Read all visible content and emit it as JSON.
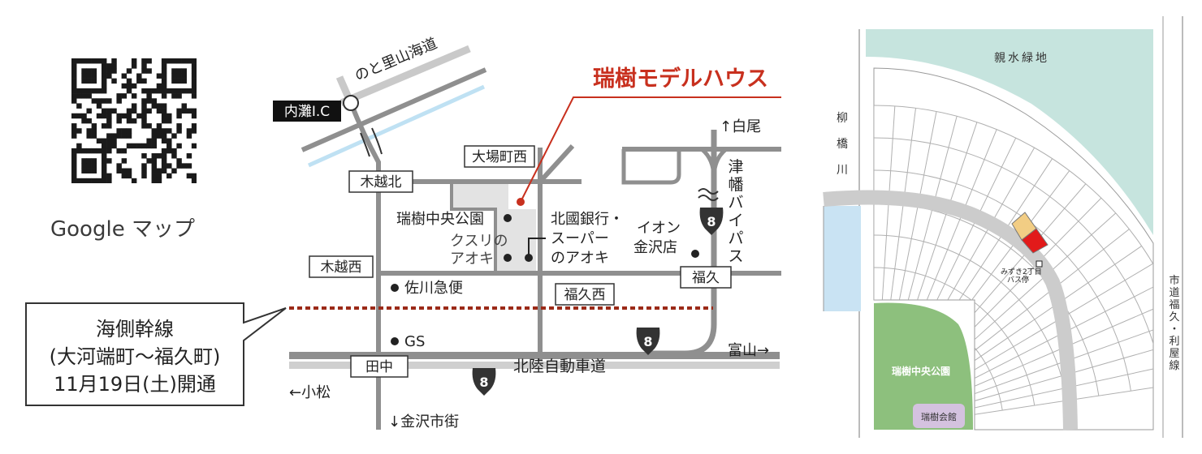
{
  "qr_caption": "Google マップ",
  "map_left": {
    "callout": {
      "line1": "海側幹線",
      "line2": "(大河端町〜福久町)",
      "line3": "11月19日(土)開通"
    },
    "title": "瑞樹モデルハウス",
    "roads": {
      "noto": "のと里山海道",
      "uchinada_ic": "内灘I.C",
      "kigoshi_kita": "木越北",
      "kigoshi_nishi": "木越西",
      "oba_machi_nishi": "大場町西",
      "fuku_nishi": "福久西",
      "fuku": "福久",
      "tanaka": "田中",
      "hokuriku": "北陸自動車道",
      "tsubata_bypass": "津幡バイパス",
      "route_no": "8"
    },
    "directions": {
      "shiroo": "↑白尾",
      "toyama": "富山→",
      "komatsu": "←小松",
      "kanazawa": "↓金沢市街"
    },
    "places": {
      "park": "瑞樹中央公園",
      "kusuri1": "クスリの",
      "kusuri2": "アオキ",
      "bank1": "北國銀行・",
      "bank2": "スーパー",
      "bank3": "のアオキ",
      "aeon1": "イオン",
      "aeon2": "金沢店",
      "sagawa": "佐川急便",
      "gs": "GS"
    }
  },
  "map_right": {
    "shinsui": "親水緑地",
    "river": "柳橋川",
    "park": "瑞樹中央公園",
    "hall": "瑞樹会館",
    "bus_stop1": "みずき2丁目",
    "bus_stop2": "バス停",
    "city_road": "市道福久・利屋線"
  },
  "colors": {
    "accent_red": "#c8301e",
    "dotted_red": "#9b2a18",
    "road_gray": "#9a9a9a",
    "water": "#c9e3f3",
    "green_area": "#c6e4de",
    "park_green": "#8dc07d",
    "hall_purple": "#d4c2df",
    "site_red": "#e21a1a",
    "site_beige": "#f2cd84"
  }
}
